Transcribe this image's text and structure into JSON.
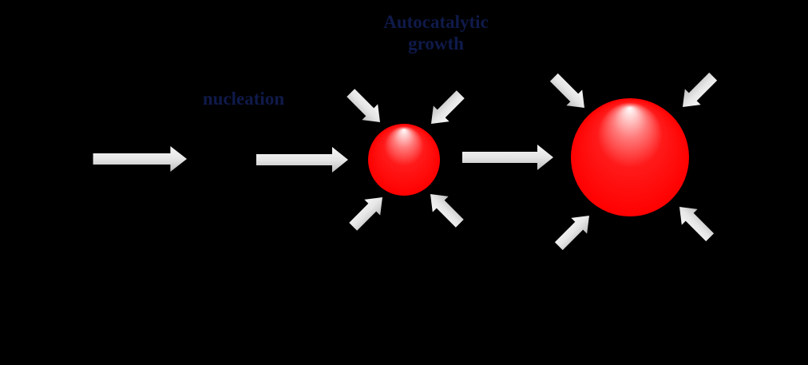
{
  "labels": {
    "nucleation": "nucleation",
    "autocatalytic_line1": "Autocatalytic",
    "autocatalytic_line2": "growth"
  },
  "colors": {
    "background": "#000000",
    "label_text": "#0f1a4a",
    "particle": "#ff0000",
    "arrow": "#e8e8e8"
  }
}
